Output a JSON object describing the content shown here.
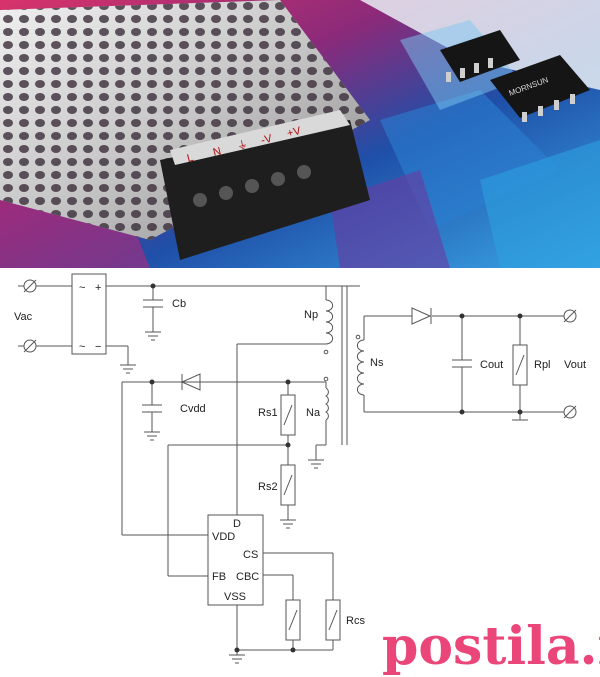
{
  "photo": {
    "terminal_labels": [
      "L",
      "N",
      "⏚",
      "-V",
      "+V"
    ],
    "chip_text": "MORNSUN"
  },
  "schematic": {
    "labels": {
      "vac": "Vac",
      "cb": "Cb",
      "np": "Np",
      "ns": "Ns",
      "cout": "Cout",
      "rpl": "Rpl",
      "vout": "Vout",
      "cvdd": "Cvdd",
      "rs1": "Rs1",
      "na": "Na",
      "rs2": "Rs2",
      "d": "D",
      "vdd": "VDD",
      "cs": "CS",
      "fb": "FB",
      "cbc": "CBC",
      "vss": "VSS",
      "rcs": "Rcs"
    },
    "rectifier_signs": {
      "plus": "+",
      "minus": "−",
      "ac": "~"
    }
  },
  "watermark": "postila.ru",
  "colors": {
    "watermark": "#e8336b",
    "line": "#555555"
  }
}
